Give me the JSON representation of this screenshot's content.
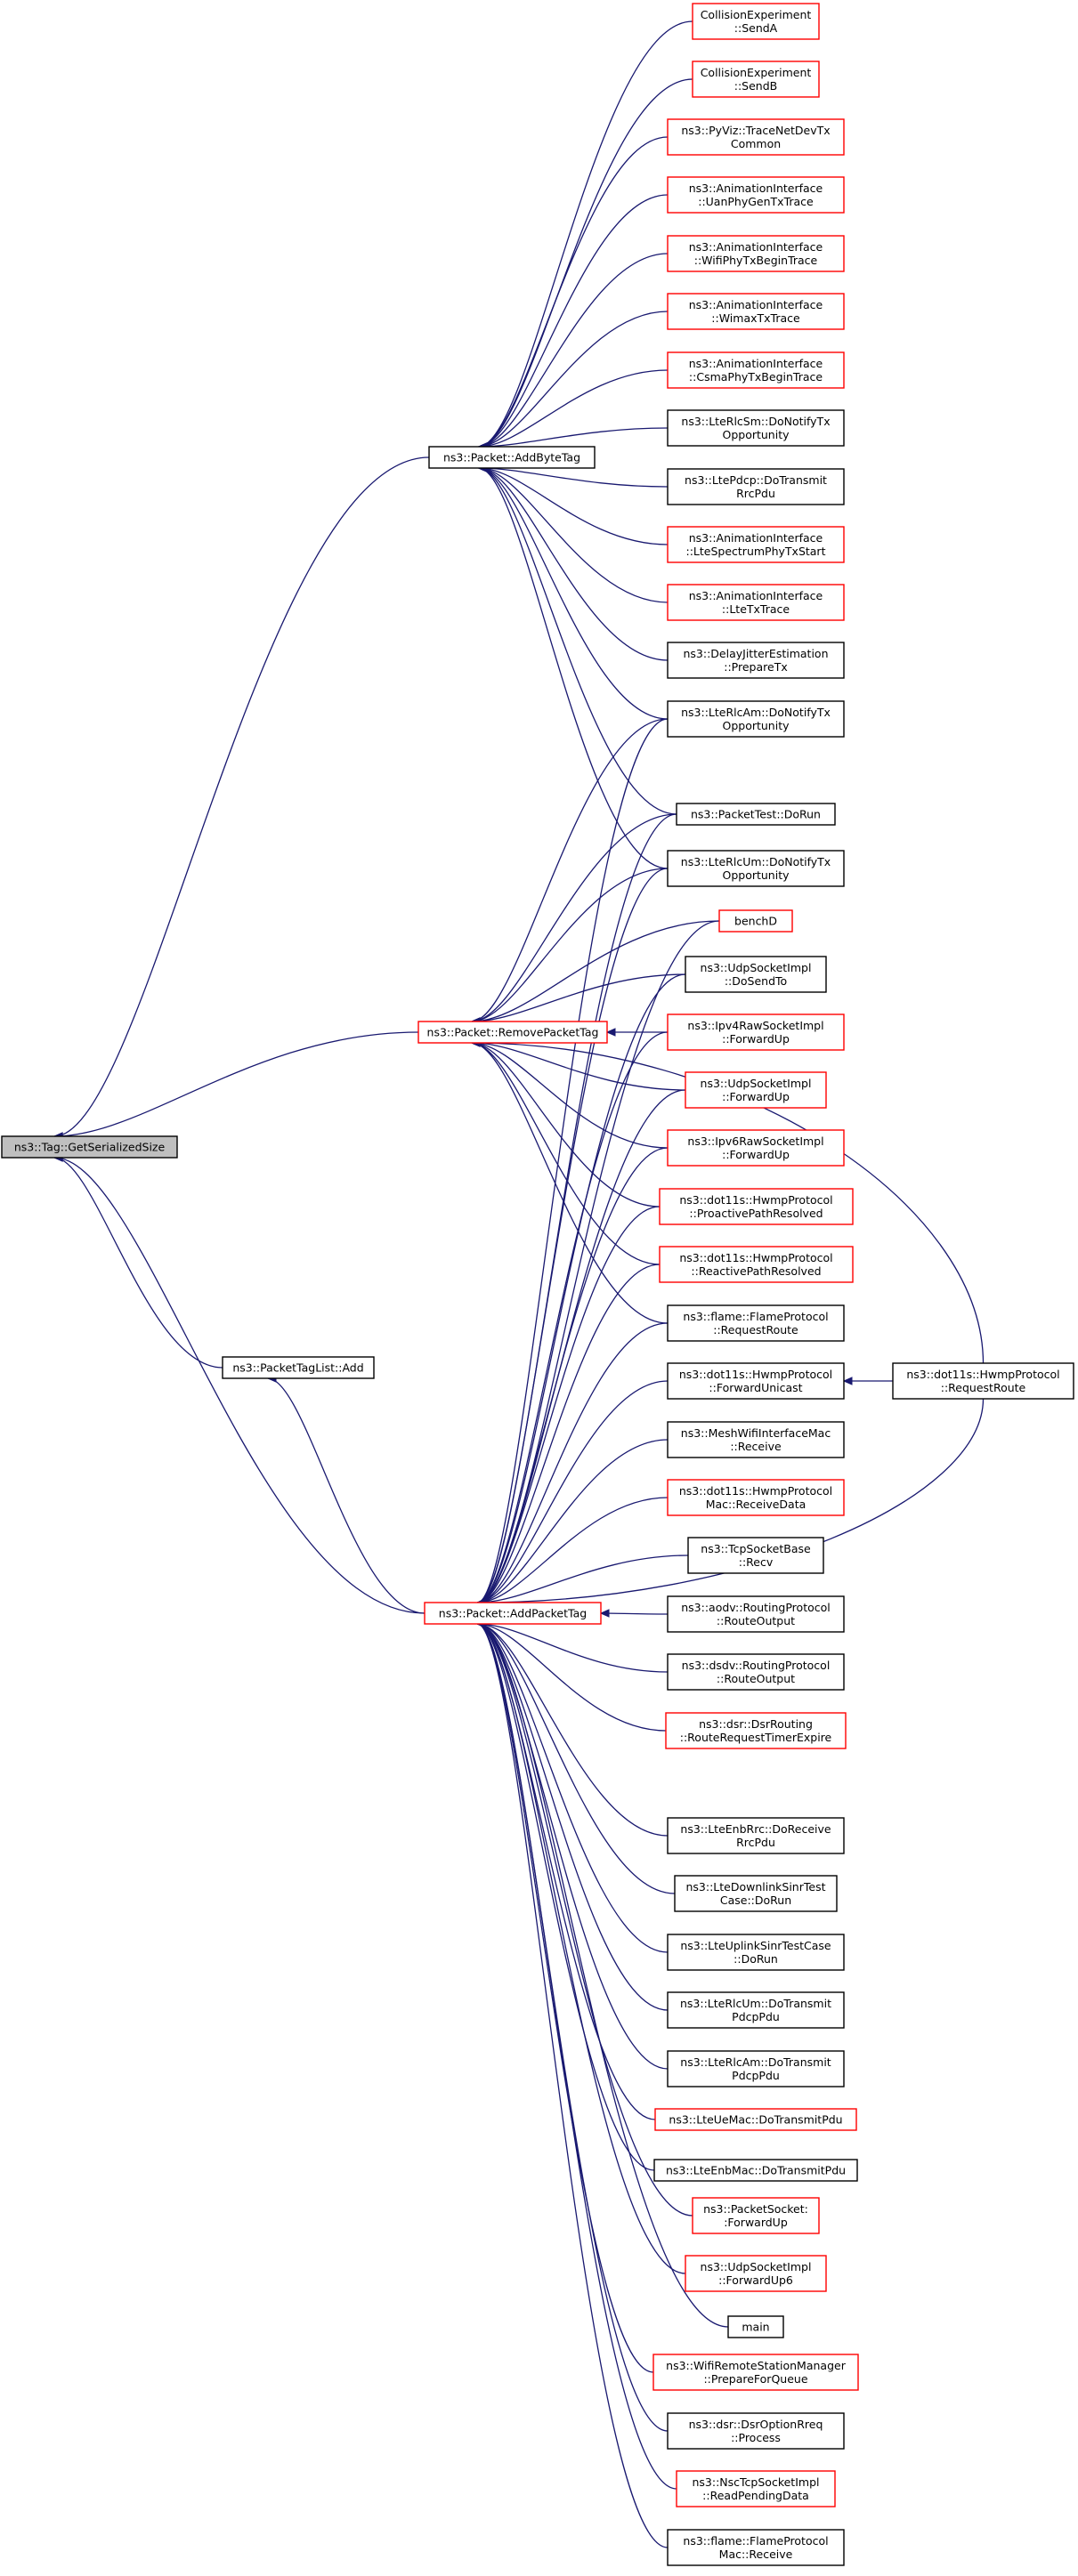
{
  "nodes": [
    {
      "id": "root",
      "lines": [
        "ns3::Tag::GetSerializedSize"
      ],
      "style": "root"
    },
    {
      "id": "addbytetag",
      "lines": [
        "ns3::Packet::AddByteTag"
      ],
      "style": "black"
    },
    {
      "id": "removepackettag",
      "lines": [
        "ns3::Packet::RemovePacketTag"
      ],
      "style": "red"
    },
    {
      "id": "packettaglistadd",
      "lines": [
        "ns3::PacketTagList::Add"
      ],
      "style": "black"
    },
    {
      "id": "addpackettag",
      "lines": [
        "ns3::Packet::AddPacketTag"
      ],
      "style": "red"
    },
    {
      "id": "sendA",
      "lines": [
        "CollisionExperiment",
        "::SendA"
      ],
      "style": "red"
    },
    {
      "id": "sendB",
      "lines": [
        "CollisionExperiment",
        "::SendB"
      ],
      "style": "red"
    },
    {
      "id": "pyviz",
      "lines": [
        "ns3::PyViz::TraceNetDevTx",
        "Common"
      ],
      "style": "red"
    },
    {
      "id": "uanphy",
      "lines": [
        "ns3::AnimationInterface",
        "::UanPhyGenTxTrace"
      ],
      "style": "red"
    },
    {
      "id": "wifiphy",
      "lines": [
        "ns3::AnimationInterface",
        "::WifiPhyTxBeginTrace"
      ],
      "style": "red"
    },
    {
      "id": "wimax",
      "lines": [
        "ns3::AnimationInterface",
        "::WimaxTxTrace"
      ],
      "style": "red"
    },
    {
      "id": "csmaphy",
      "lines": [
        "ns3::AnimationInterface",
        "::CsmaPhyTxBeginTrace"
      ],
      "style": "red"
    },
    {
      "id": "lterlcsm",
      "lines": [
        "ns3::LteRlcSm::DoNotifyTx",
        "Opportunity"
      ],
      "style": "black"
    },
    {
      "id": "ltepdcp",
      "lines": [
        "ns3::LtePdcp::DoTransmit",
        "RrcPdu"
      ],
      "style": "black"
    },
    {
      "id": "ltespectrum",
      "lines": [
        "ns3::AnimationInterface",
        "::LteSpectrumPhyTxStart"
      ],
      "style": "red"
    },
    {
      "id": "ltetx",
      "lines": [
        "ns3::AnimationInterface",
        "::LteTxTrace"
      ],
      "style": "red"
    },
    {
      "id": "delayjitter",
      "lines": [
        "ns3::DelayJitterEstimation",
        "::PrepareTx"
      ],
      "style": "black"
    },
    {
      "id": "lterlcam_notify",
      "lines": [
        "ns3::LteRlcAm::DoNotifyTx",
        "Opportunity"
      ],
      "style": "black"
    },
    {
      "id": "packettest",
      "lines": [
        "ns3::PacketTest::DoRun"
      ],
      "style": "black"
    },
    {
      "id": "lterlcum_notify",
      "lines": [
        "ns3::LteRlcUm::DoNotifyTx",
        "Opportunity"
      ],
      "style": "black"
    },
    {
      "id": "benchD",
      "lines": [
        "benchD"
      ],
      "style": "red"
    },
    {
      "id": "udpsend",
      "lines": [
        "ns3::UdpSocketImpl",
        "::DoSendTo"
      ],
      "style": "black"
    },
    {
      "id": "ipv4raw",
      "lines": [
        "ns3::Ipv4RawSocketImpl",
        "::ForwardUp"
      ],
      "style": "red"
    },
    {
      "id": "udpfwd",
      "lines": [
        "ns3::UdpSocketImpl",
        "::ForwardUp"
      ],
      "style": "red"
    },
    {
      "id": "ipv6raw",
      "lines": [
        "ns3::Ipv6RawSocketImpl",
        "::ForwardUp"
      ],
      "style": "red"
    },
    {
      "id": "proactive",
      "lines": [
        "ns3::dot11s::HwmpProtocol",
        "::ProactivePathResolved"
      ],
      "style": "red"
    },
    {
      "id": "reactive",
      "lines": [
        "ns3::dot11s::HwmpProtocol",
        "::ReactivePathResolved"
      ],
      "style": "red"
    },
    {
      "id": "flamereq",
      "lines": [
        "ns3::flame::FlameProtocol",
        "::RequestRoute"
      ],
      "style": "black"
    },
    {
      "id": "fwdunicast",
      "lines": [
        "ns3::dot11s::HwmpProtocol",
        "::ForwardUnicast"
      ],
      "style": "black"
    },
    {
      "id": "hwmpreq",
      "lines": [
        "ns3::dot11s::HwmpProtocol",
        "::RequestRoute"
      ],
      "style": "black"
    },
    {
      "id": "meshwifi",
      "lines": [
        "ns3::MeshWifiInterfaceMac",
        "::Receive"
      ],
      "style": "black"
    },
    {
      "id": "hwmpmac",
      "lines": [
        "ns3::dot11s::HwmpProtocol",
        "Mac::ReceiveData"
      ],
      "style": "red"
    },
    {
      "id": "tcprecv",
      "lines": [
        "ns3::TcpSocketBase",
        "::Recv"
      ],
      "style": "black"
    },
    {
      "id": "aodv",
      "lines": [
        "ns3::aodv::RoutingProtocol",
        "::RouteOutput"
      ],
      "style": "black"
    },
    {
      "id": "dsdv",
      "lines": [
        "ns3::dsdv::RoutingProtocol",
        "::RouteOutput"
      ],
      "style": "black"
    },
    {
      "id": "dsr",
      "lines": [
        "ns3::dsr::DsrRouting",
        "::RouteRequestTimerExpire"
      ],
      "style": "red"
    },
    {
      "id": "lteenbrrc",
      "lines": [
        "ns3::LteEnbRrc::DoReceive",
        "RrcPdu"
      ],
      "style": "black"
    },
    {
      "id": "ltedownlink",
      "lines": [
        "ns3::LteDownlinkSinrTest",
        "Case::DoRun"
      ],
      "style": "black"
    },
    {
      "id": "lteuplink",
      "lines": [
        "ns3::LteUplinkSinrTestCase",
        "::DoRun"
      ],
      "style": "black"
    },
    {
      "id": "lterlcum_tx",
      "lines": [
        "ns3::LteRlcUm::DoTransmit",
        "PdcpPdu"
      ],
      "style": "black"
    },
    {
      "id": "lterlcam_tx",
      "lines": [
        "ns3::LteRlcAm::DoTransmit",
        "PdcpPdu"
      ],
      "style": "black"
    },
    {
      "id": "lteuemac",
      "lines": [
        "ns3::LteUeMac::DoTransmitPdu"
      ],
      "style": "red"
    },
    {
      "id": "lteenbmac",
      "lines": [
        "ns3::LteEnbMac::DoTransmitPdu"
      ],
      "style": "black"
    },
    {
      "id": "packetsocket",
      "lines": [
        "ns3::PacketSocket:",
        ":ForwardUp"
      ],
      "style": "red"
    },
    {
      "id": "udpfwd6",
      "lines": [
        "ns3::UdpSocketImpl",
        "::ForwardUp6"
      ],
      "style": "red"
    },
    {
      "id": "main",
      "lines": [
        "main"
      ],
      "style": "black"
    },
    {
      "id": "wifiremote",
      "lines": [
        "ns3::WifiRemoteStationManager",
        "::PrepareForQueue"
      ],
      "style": "red"
    },
    {
      "id": "dsroption",
      "lines": [
        "ns3::dsr::DsrOptionRreq",
        "::Process"
      ],
      "style": "black"
    },
    {
      "id": "nsctcp",
      "lines": [
        "ns3::NscTcpSocketImpl",
        "::ReadPendingData"
      ],
      "style": "red"
    },
    {
      "id": "flamemac",
      "lines": [
        "ns3::flame::FlameProtocol",
        "Mac::Receive"
      ],
      "style": "black"
    }
  ],
  "edges": [
    [
      "addbytetag",
      "root"
    ],
    [
      "removepackettag",
      "root"
    ],
    [
      "packettaglistadd",
      "root"
    ],
    [
      "addpackettag",
      "root"
    ],
    [
      "addpackettag",
      "packettaglistadd"
    ],
    [
      "sendA",
      "addbytetag"
    ],
    [
      "sendB",
      "addbytetag"
    ],
    [
      "pyviz",
      "addbytetag"
    ],
    [
      "uanphy",
      "addbytetag"
    ],
    [
      "wifiphy",
      "addbytetag"
    ],
    [
      "wimax",
      "addbytetag"
    ],
    [
      "csmaphy",
      "addbytetag"
    ],
    [
      "lterlcsm",
      "addbytetag"
    ],
    [
      "ltepdcp",
      "addbytetag"
    ],
    [
      "ltespectrum",
      "addbytetag"
    ],
    [
      "ltetx",
      "addbytetag"
    ],
    [
      "delayjitter",
      "addbytetag"
    ],
    [
      "lterlcam_notify",
      "addbytetag"
    ],
    [
      "packettest",
      "addbytetag"
    ],
    [
      "lterlcum_notify",
      "addbytetag"
    ],
    [
      "lterlcam_notify",
      "removepackettag"
    ],
    [
      "packettest",
      "removepackettag"
    ],
    [
      "lterlcum_notify",
      "removepackettag"
    ],
    [
      "benchD",
      "removepackettag"
    ],
    [
      "udpsend",
      "removepackettag"
    ],
    [
      "ipv4raw",
      "removepackettag"
    ],
    [
      "udpfwd",
      "removepackettag"
    ],
    [
      "ipv6raw",
      "removepackettag"
    ],
    [
      "proactive",
      "removepackettag"
    ],
    [
      "reactive",
      "removepackettag"
    ],
    [
      "flamereq",
      "removepackettag"
    ],
    [
      "hwmpreq",
      "removepackettag"
    ],
    [
      "hwmpreq",
      "fwdunicast"
    ],
    [
      "lterlcam_notify",
      "addpackettag"
    ],
    [
      "packettest",
      "addpackettag"
    ],
    [
      "lterlcum_notify",
      "addpackettag"
    ],
    [
      "benchD",
      "addpackettag"
    ],
    [
      "udpsend",
      "addpackettag"
    ],
    [
      "ipv4raw",
      "addpackettag"
    ],
    [
      "udpfwd",
      "addpackettag"
    ],
    [
      "ipv6raw",
      "addpackettag"
    ],
    [
      "proactive",
      "addpackettag"
    ],
    [
      "reactive",
      "addpackettag"
    ],
    [
      "flamereq",
      "addpackettag"
    ],
    [
      "fwdunicast",
      "addpackettag"
    ],
    [
      "meshwifi",
      "addpackettag"
    ],
    [
      "hwmpmac",
      "addpackettag"
    ],
    [
      "tcprecv",
      "addpackettag"
    ],
    [
      "aodv",
      "addpackettag"
    ],
    [
      "dsdv",
      "addpackettag"
    ],
    [
      "dsr",
      "addpackettag"
    ],
    [
      "hwmpreq",
      "addpackettag"
    ],
    [
      "lteenbrrc",
      "addpackettag"
    ],
    [
      "ltedownlink",
      "addpackettag"
    ],
    [
      "lteuplink",
      "addpackettag"
    ],
    [
      "lterlcum_tx",
      "addpackettag"
    ],
    [
      "lterlcam_tx",
      "addpackettag"
    ],
    [
      "lteuemac",
      "addpackettag"
    ],
    [
      "lteenbmac",
      "addpackettag"
    ],
    [
      "packetsocket",
      "addpackettag"
    ],
    [
      "udpfwd6",
      "addpackettag"
    ],
    [
      "main",
      "addpackettag"
    ],
    [
      "wifiremote",
      "addpackettag"
    ],
    [
      "dsroption",
      "addpackettag"
    ],
    [
      "nsctcp",
      "addpackettag"
    ],
    [
      "flamemac",
      "addpackettag"
    ]
  ],
  "colors": {
    "edge": "#191970",
    "red_border": "#ff0000",
    "black_border": "#000000",
    "root_fill": "#bfbfbf"
  }
}
